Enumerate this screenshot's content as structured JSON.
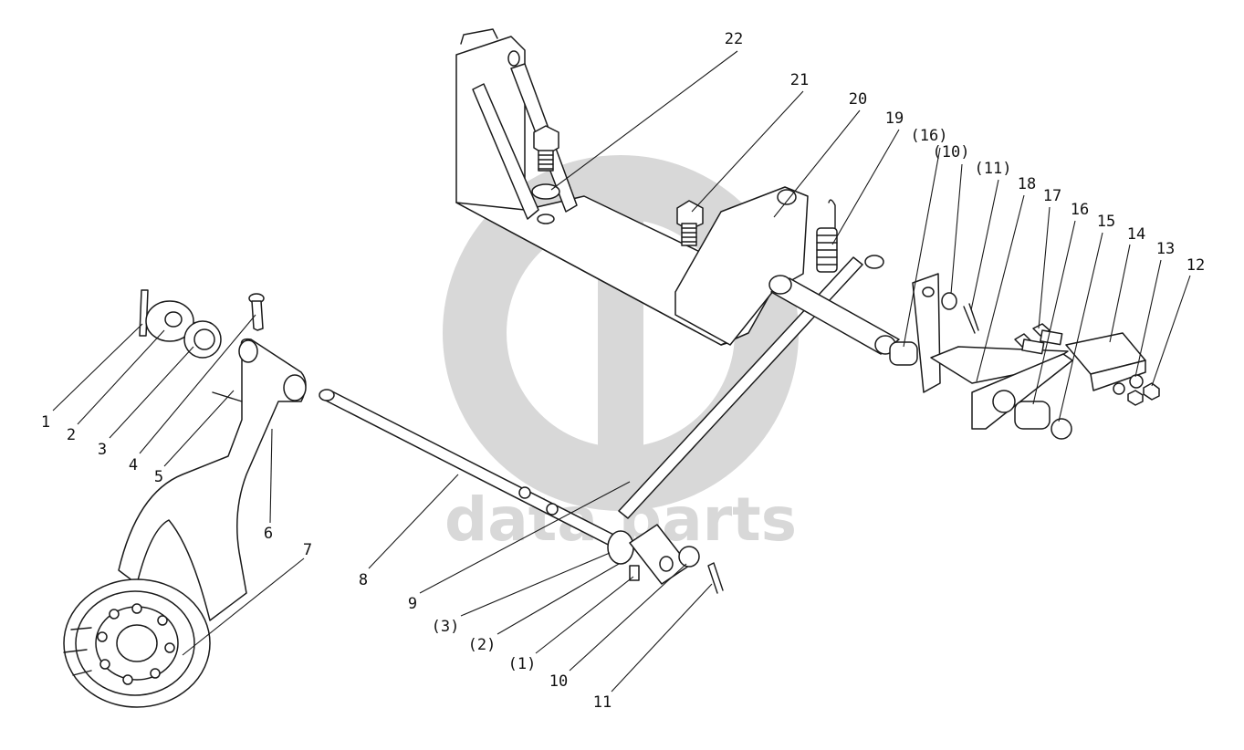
{
  "watermark": {
    "text": "data parts",
    "color": "#d8d8d8"
  },
  "callouts": [
    {
      "id": "c1",
      "label": "1",
      "part": "split-pin"
    },
    {
      "id": "c2",
      "label": "2",
      "part": "washer"
    },
    {
      "id": "c3",
      "label": "3",
      "part": "bearing-bush"
    },
    {
      "id": "c4",
      "label": "4",
      "part": "clevis-pin"
    },
    {
      "id": "c5",
      "label": "5",
      "part": "spring-pin"
    },
    {
      "id": "c6",
      "label": "6",
      "part": "release-fork"
    },
    {
      "id": "c7",
      "label": "7",
      "part": "release-bearing"
    },
    {
      "id": "c8",
      "label": "8",
      "part": "shaft"
    },
    {
      "id": "c9",
      "label": "9",
      "part": "pull-rod"
    },
    {
      "id": "c3b",
      "label": "(3)",
      "part": "bearing-bush"
    },
    {
      "id": "c2b",
      "label": "(2)",
      "part": "washer"
    },
    {
      "id": "c1b",
      "label": "(1)",
      "part": "split-pin"
    },
    {
      "id": "c10",
      "label": "10",
      "part": "washer"
    },
    {
      "id": "c11",
      "label": "11",
      "part": "cotter-pin"
    },
    {
      "id": "c12",
      "label": "12",
      "part": "nut"
    },
    {
      "id": "c13",
      "label": "13",
      "part": "spring-washer"
    },
    {
      "id": "c14",
      "label": "14",
      "part": "pedal-pad"
    },
    {
      "id": "c15",
      "label": "15",
      "part": "circlip"
    },
    {
      "id": "c16",
      "label": "16",
      "part": "bush"
    },
    {
      "id": "c17",
      "label": "17",
      "part": "bolt"
    },
    {
      "id": "c18",
      "label": "18",
      "part": "pedal-lever"
    },
    {
      "id": "c11b",
      "label": "(11)",
      "part": "cotter-pin"
    },
    {
      "id": "c10b",
      "label": "(10)",
      "part": "washer"
    },
    {
      "id": "c16b",
      "label": "(16)",
      "part": "bush"
    },
    {
      "id": "c19",
      "label": "19",
      "part": "return-spring"
    },
    {
      "id": "c20",
      "label": "20",
      "part": "bracket"
    },
    {
      "id": "c21",
      "label": "21",
      "part": "bolt"
    },
    {
      "id": "c22",
      "label": "22",
      "part": "washer"
    }
  ]
}
